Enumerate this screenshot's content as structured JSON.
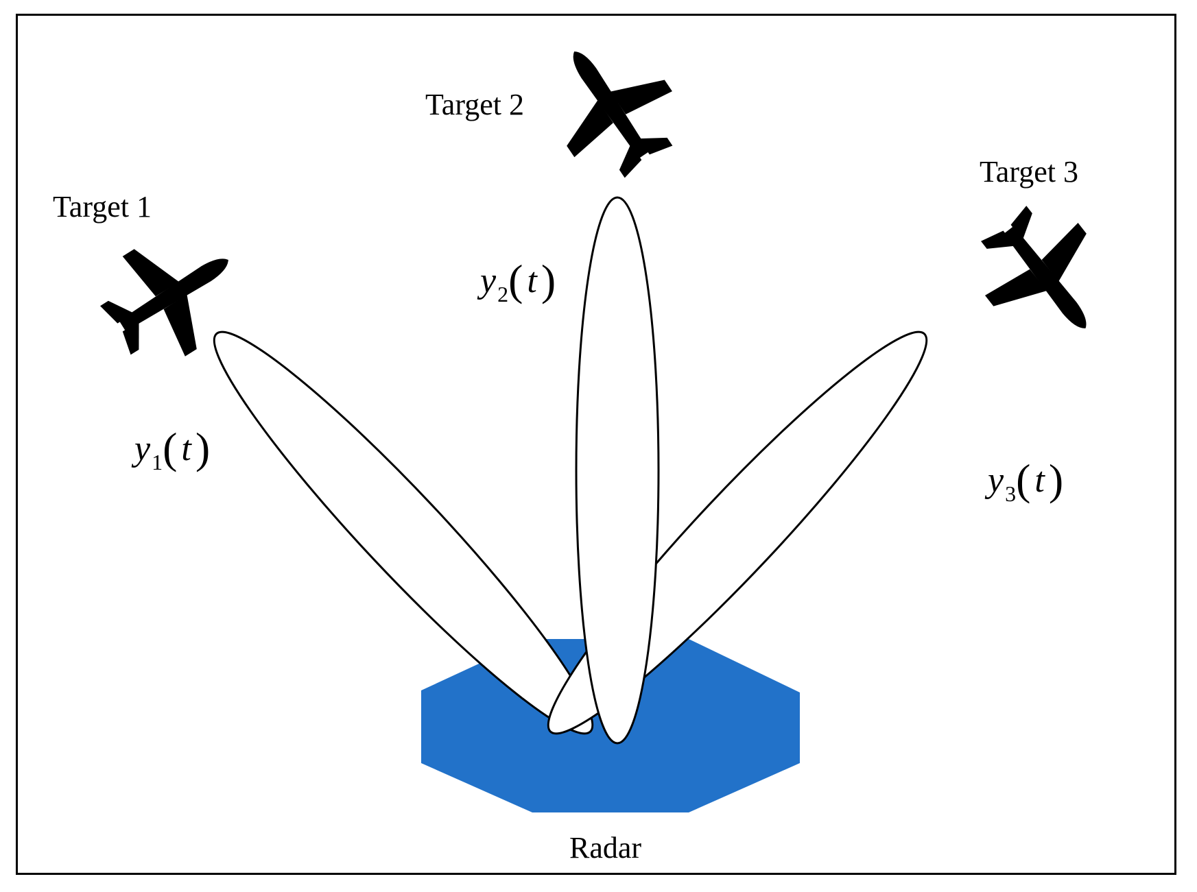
{
  "labels": {
    "target1": "Target 1",
    "target2": "Target 2",
    "target3": "Target 3",
    "radar": "Radar"
  },
  "signals": [
    {
      "var": "y",
      "sub": "1",
      "arg": "t"
    },
    {
      "var": "y",
      "sub": "2",
      "arg": "t"
    },
    {
      "var": "y",
      "sub": "3",
      "arg": "t"
    }
  ],
  "colors": {
    "radar_fill": "#2272C9",
    "outline": "#000000",
    "beam_fill": "#ffffff"
  },
  "icons": [
    "airplane-icon",
    "airplane-icon",
    "airplane-icon"
  ]
}
